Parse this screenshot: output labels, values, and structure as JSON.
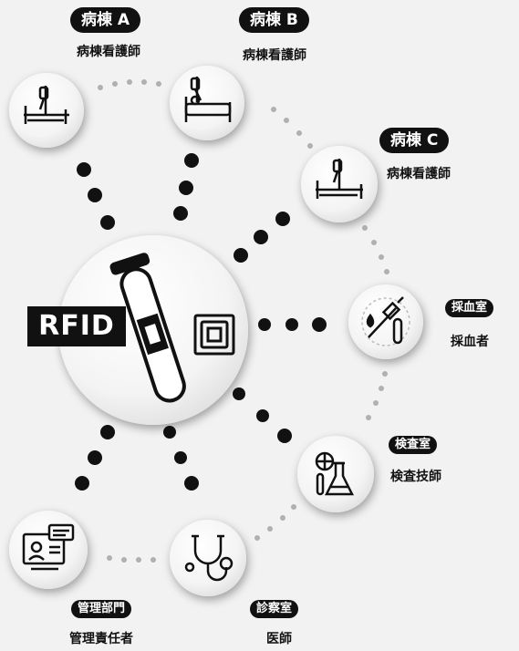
{
  "center": {
    "label": "RFID"
  },
  "nodes": {
    "ward_a": {
      "tag": "病棟 A",
      "role": "病棟看護師",
      "icon": "hospital-bed-iv-icon"
    },
    "ward_b": {
      "tag": "病棟 B",
      "role": "病棟看護師",
      "icon": "hospital-bed-iv-icon"
    },
    "ward_c": {
      "tag": "病棟 C",
      "role": "病棟看護師",
      "icon": "hospital-bed-iv-icon"
    },
    "blood_room": {
      "tag": "採血室",
      "role": "採血者",
      "icon": "syringe-blood-tube-icon"
    },
    "lab_room": {
      "tag": "検査室",
      "role": "検査技師",
      "icon": "lab-flask-icon"
    },
    "exam_room": {
      "tag": "診察室",
      "role": "医師",
      "icon": "stethoscope-icon"
    },
    "admin_dept": {
      "tag": "管理部門",
      "role": "管理責任者",
      "icon": "computer-monitor-icon"
    }
  },
  "colors": {
    "tag_bg": "#111111",
    "tag_text": "#ffffff",
    "dot": "#111111",
    "background": "#f2f2f2"
  }
}
